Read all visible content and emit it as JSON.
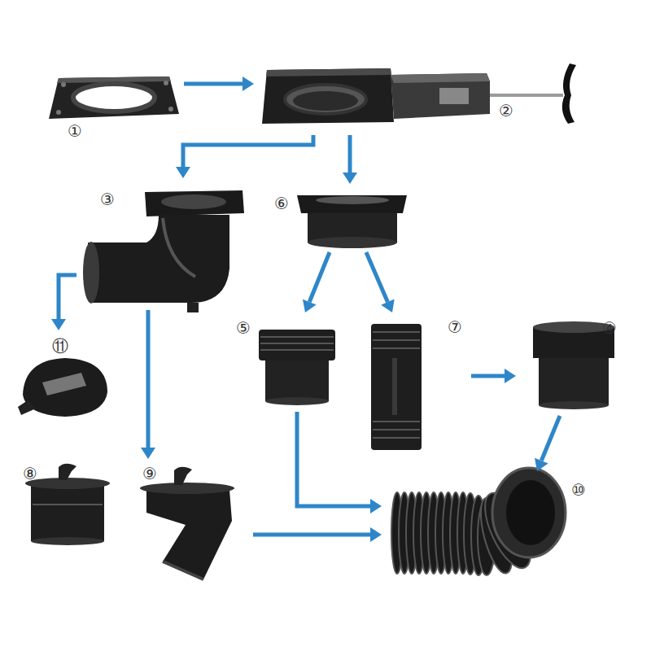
{
  "diagram": {
    "nodes": [
      {
        "text": [
          "①"
        ]
      },
      {
        "text": [
          "②"
        ]
      },
      {
        "text": [
          "③"
        ]
      },
      {
        "text": [
          "⑥"
        ]
      },
      {
        "text": [
          "⑤"
        ]
      },
      {
        "text": [
          "⑦"
        ]
      },
      {
        "text": [
          "④"
        ]
      },
      {
        "text": [
          "⑪"
        ]
      },
      {
        "text": [
          "⑧"
        ]
      },
      {
        "text": [
          "⑨"
        ]
      },
      {
        "text": [
          "⑩"
        ]
      }
    ],
    "edges": [
      {
        "from": 0,
        "to": 1,
        "arrow": "to"
      },
      {
        "from": 1,
        "to": 2,
        "arrow": "to"
      },
      {
        "from": 1,
        "to": 3,
        "arrow": "to"
      },
      {
        "from": 2,
        "to": 7,
        "arrow": "to"
      },
      {
        "from": 2,
        "to": 9,
        "arrow": "to"
      },
      {
        "from": 3,
        "to": 4,
        "arrow": "to"
      },
      {
        "from": 3,
        "to": 5,
        "arrow": "to"
      },
      {
        "from": 5,
        "to": 6,
        "arrow": "to"
      },
      {
        "from": 6,
        "to": 10,
        "arrow": "to"
      },
      {
        "from": 4,
        "to": 10,
        "arrow": "to"
      },
      {
        "from": 9,
        "to": 10,
        "arrow": "to"
      }
    ]
  }
}
